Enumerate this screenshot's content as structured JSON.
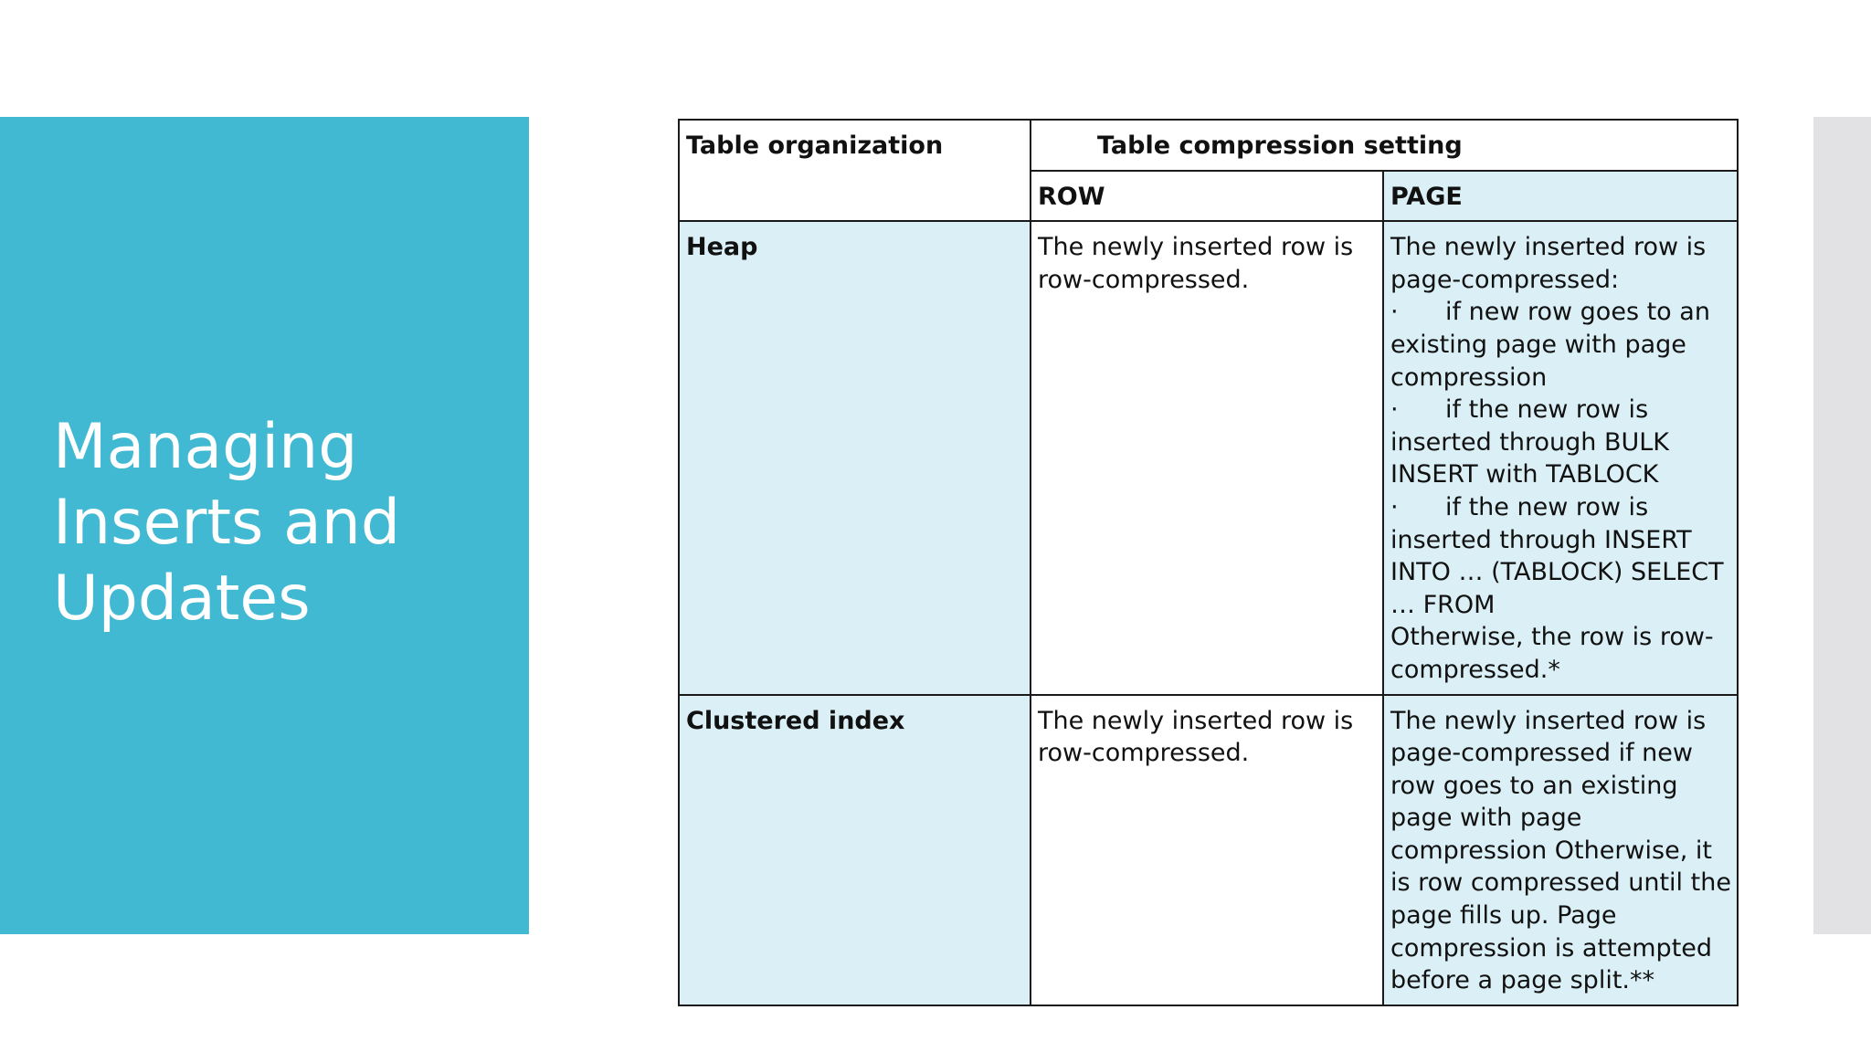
{
  "slide": {
    "title": "Managing\nInserts and\nUpdates",
    "colors": {
      "title_panel": "#41b9d3",
      "header_cell_light": "#daf0f6",
      "right_bar": "#e2e2e4",
      "border": "#1a1a1a"
    }
  },
  "table": {
    "header": {
      "organization": "Table organization",
      "compression_setting": "Table compression setting",
      "row": "ROW",
      "page": "PAGE"
    },
    "heap": {
      "label": "Heap",
      "row_text": "The newly inserted row is row-compressed.",
      "page_intro": "The newly inserted row is page-compressed:",
      "bullet_symbol": "·",
      "bullets": [
        "if new row goes to an existing page with page compression",
        "if the new row is inserted through BULK INSERT with TABLOCK",
        "if the new row is inserted through INSERT INTO … (TABLOCK) SELECT … FROM"
      ],
      "page_outro": "Otherwise, the row is row-compressed.*"
    },
    "clustered": {
      "label": "Clustered index",
      "row_text": "The newly inserted row is row-compressed.",
      "page_text": "The newly inserted row is page-compressed if new row goes to an existing page with page compression Otherwise, it is row compressed until the page fills up. Page compression is attempted before a page split.**"
    }
  }
}
